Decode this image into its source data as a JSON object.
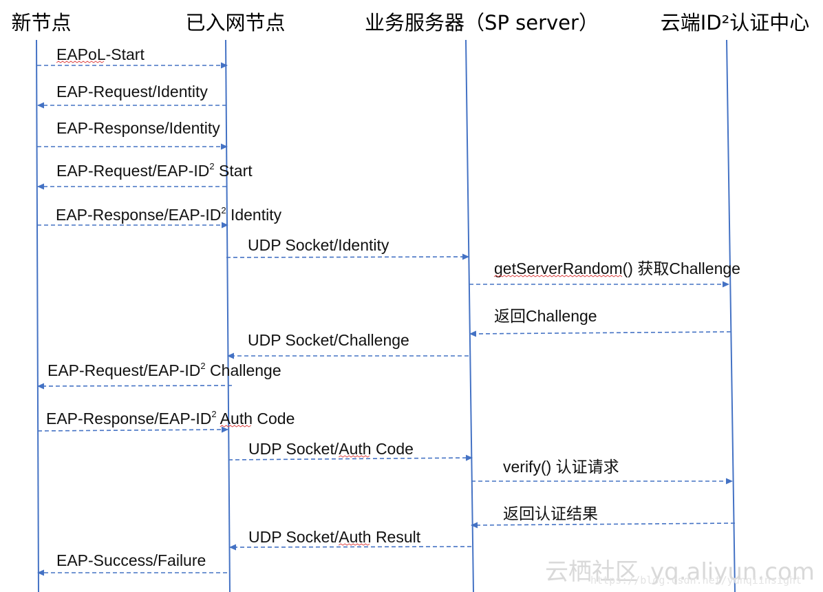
{
  "participants": [
    {
      "id": "new_node",
      "label": "新节点"
    },
    {
      "id": "joined_node",
      "label": "已入网节点"
    },
    {
      "id": "sp_server",
      "label": "业务服务器（SP server）"
    },
    {
      "id": "id2_center",
      "label": "云端ID²认证中心"
    }
  ],
  "messages": [
    {
      "from": "new_node",
      "to": "joined_node",
      "label": "EAPoL-Start",
      "squiggle": "EAPoL"
    },
    {
      "from": "joined_node",
      "to": "new_node",
      "label": "EAP-Request/Identity"
    },
    {
      "from": "new_node",
      "to": "joined_node",
      "label": "EAP-Response/Identity"
    },
    {
      "from": "joined_node",
      "to": "new_node",
      "label": "EAP-Request/EAP-ID² Start"
    },
    {
      "from": "new_node",
      "to": "joined_node",
      "label": "EAP-Response/EAP-ID² Identity"
    },
    {
      "from": "joined_node",
      "to": "sp_server",
      "label": "UDP Socket/Identity"
    },
    {
      "from": "sp_server",
      "to": "id2_center",
      "label": "getServerRandom() 获取Challenge",
      "squiggle": "getServerRandom"
    },
    {
      "from": "id2_center",
      "to": "sp_server",
      "label": "返回Challenge"
    },
    {
      "from": "sp_server",
      "to": "joined_node",
      "label": "UDP Socket/Challenge"
    },
    {
      "from": "joined_node",
      "to": "new_node",
      "label": "EAP-Request/EAP-ID² Challenge"
    },
    {
      "from": "new_node",
      "to": "joined_node",
      "label": "EAP-Response/EAP-ID² Auth Code",
      "squiggle": "Auth"
    },
    {
      "from": "joined_node",
      "to": "sp_server",
      "label": "UDP Socket/Auth Code",
      "squiggle": "Auth"
    },
    {
      "from": "sp_server",
      "to": "id2_center",
      "label": "verify() 认证请求"
    },
    {
      "from": "id2_center",
      "to": "sp_server",
      "label": "返回认证结果"
    },
    {
      "from": "sp_server",
      "to": "joined_node",
      "label": "UDP Socket/Auth Result",
      "squiggle": "Auth"
    },
    {
      "from": "joined_node",
      "to": "new_node",
      "label": "EAP-Success/Failure"
    }
  ],
  "watermark": {
    "logo_text": "云栖社区",
    "site_text": "yq.aliyun.com",
    "url_text": "https://blog.csdn.net/yunqiinsight"
  },
  "colors": {
    "line": "#4472C4",
    "text": "#111111",
    "squiggle": "#e04848"
  }
}
